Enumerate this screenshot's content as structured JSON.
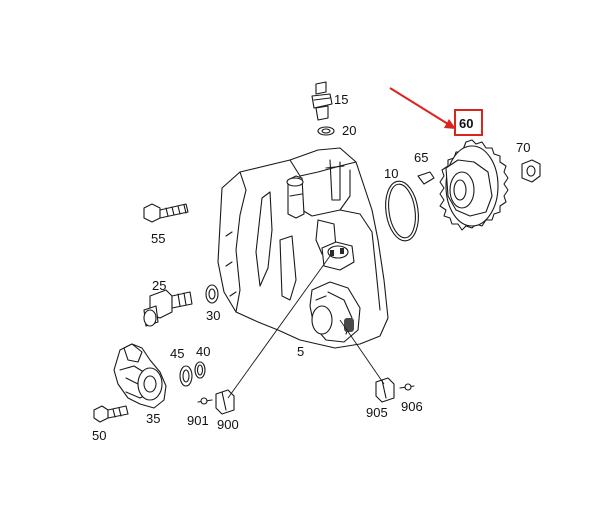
{
  "diagram": {
    "parts": [
      {
        "id": "p15",
        "number": "15"
      },
      {
        "id": "p20",
        "number": "20"
      },
      {
        "id": "p10",
        "number": "10"
      },
      {
        "id": "p65",
        "number": "65"
      },
      {
        "id": "p60",
        "number": "60"
      },
      {
        "id": "p70",
        "number": "70"
      },
      {
        "id": "p55",
        "number": "55"
      },
      {
        "id": "p25",
        "number": "25"
      },
      {
        "id": "p30",
        "number": "30"
      },
      {
        "id": "p5",
        "number": "5"
      },
      {
        "id": "p45",
        "number": "45"
      },
      {
        "id": "p40",
        "number": "40"
      },
      {
        "id": "p35",
        "number": "35"
      },
      {
        "id": "p50",
        "number": "50"
      },
      {
        "id": "p901",
        "number": "901"
      },
      {
        "id": "p900",
        "number": "900"
      },
      {
        "id": "p905",
        "number": "905"
      },
      {
        "id": "p906",
        "number": "906"
      }
    ],
    "highlight": {
      "part": "60",
      "box_color": "#d9261c",
      "arrow_color": "#d9261c"
    },
    "colors": {
      "line": "#1a1a1a",
      "background": "#ffffff"
    }
  }
}
